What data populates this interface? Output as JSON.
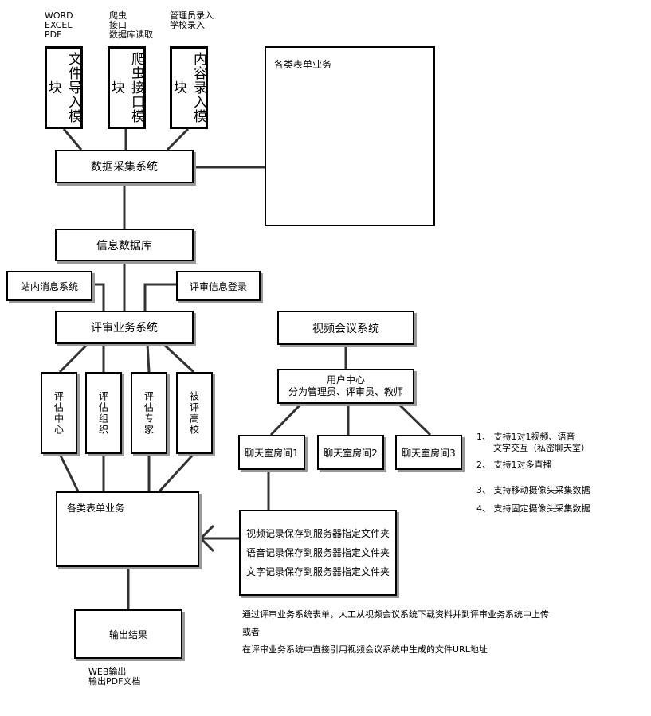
{
  "sources": {
    "file_formats": "WORD\nEXCEL\nPDF",
    "crawler_sources": "爬虫\n接口\n数据库读取",
    "manual_sources": "管理员录入\n学校录入"
  },
  "modules": {
    "file_import": "文件导入模块",
    "crawler_api": "爬虫接口模块",
    "content_entry": "内容录入模块"
  },
  "data_collection": "数据采集系统",
  "forms_top": "各类表单业务",
  "info_db": "信息数据库",
  "internal_msg": "站内消息系统",
  "review_login": "评审信息登录",
  "review_system": "评审业务系统",
  "review_units": [
    "评估中心",
    "评估组织",
    "评估专家",
    "被评高校"
  ],
  "forms_bottom": "各类表单业务",
  "output": "输出结果",
  "output_notes": "WEB输出\n输出PDF文档",
  "video_conf": "视频会议系统",
  "user_center": "用户中心\n分为管理员、评审员、教师",
  "chat_rooms": [
    "聊天室房间1",
    "聊天室房间2",
    "聊天室房间3"
  ],
  "features": [
    "1、 支持1对1视频、语音\n      文字交互（私密聊天室）",
    "2、 支持1对多直播",
    "3、 支持移动摄像头采集数据",
    "4、 支持固定摄像头采集数据"
  ],
  "records": "视频记录保存到服务器指定文件夹\n语音记录保存到服务器指定文件夹\n文字记录保存到服务器指定文件夹",
  "bottom_notes": [
    "通过评审业务系统表单，人工从视频会议系统下载资料并到评审业务系统中上传",
    "或者",
    "在评审业务系统中直接引用视频会议系统中生成的文件URL地址"
  ]
}
